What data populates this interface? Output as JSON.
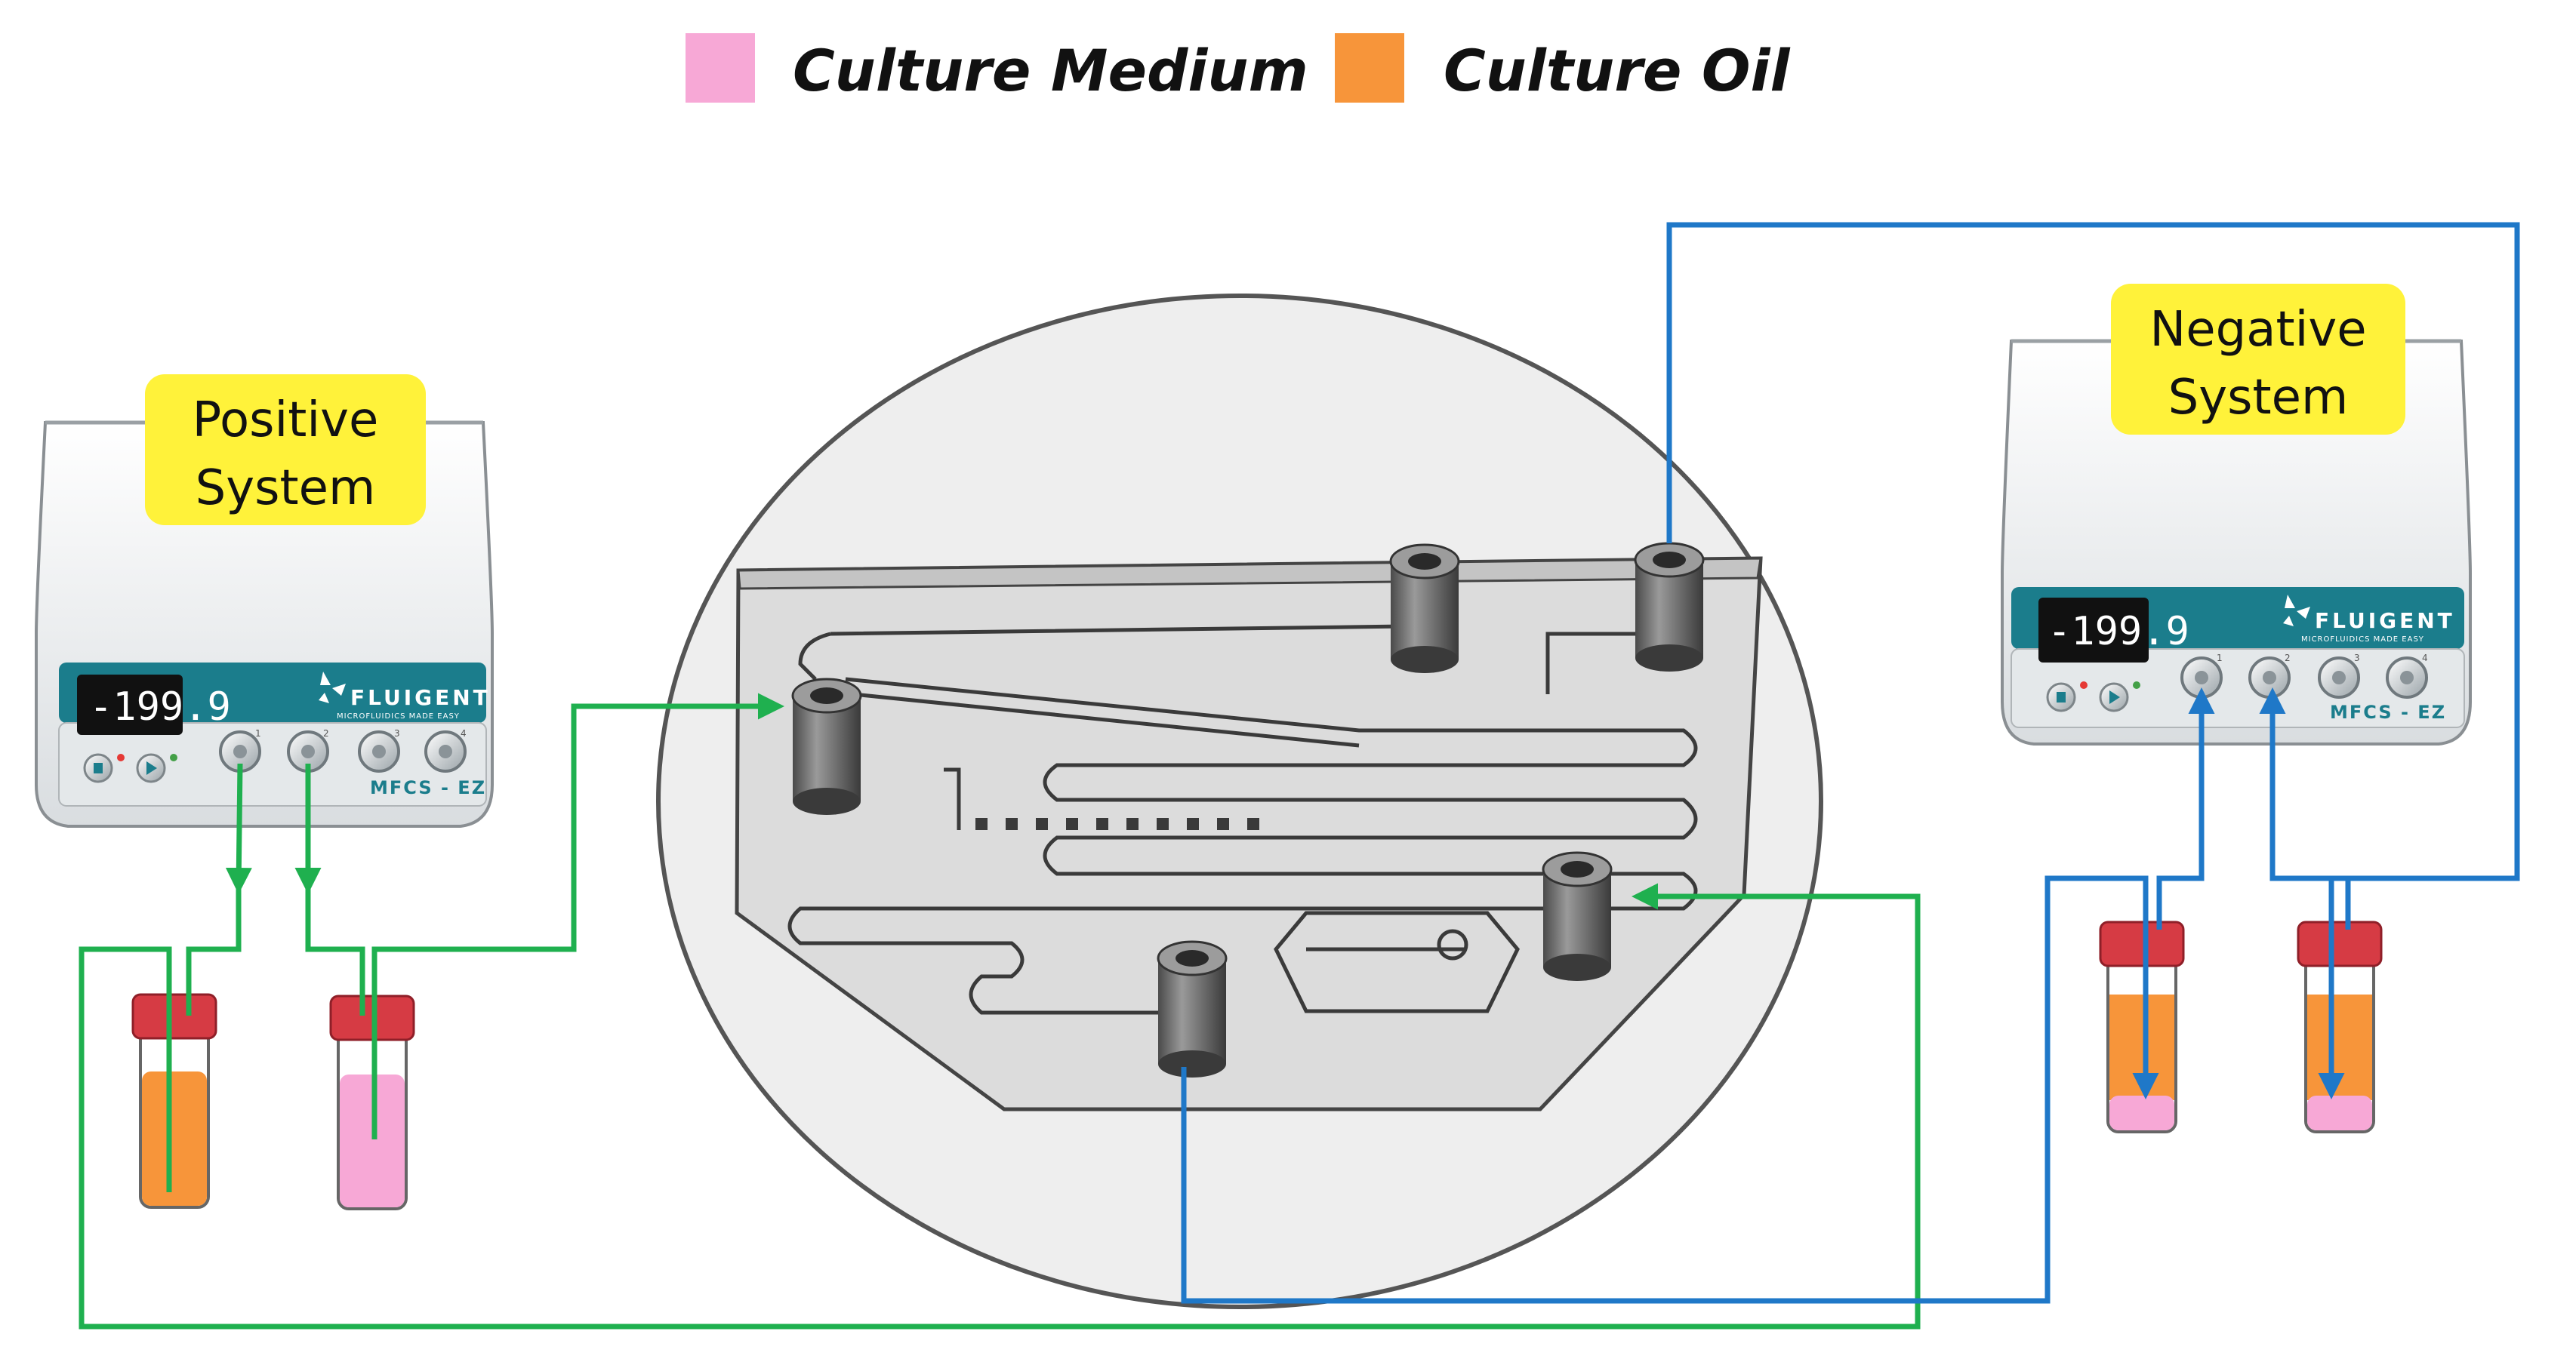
{
  "legend": {
    "items": [
      {
        "label": "Culture Medium",
        "color": "#f7a8d6"
      },
      {
        "label": "Culture Oil",
        "color": "#f7953a"
      }
    ]
  },
  "positive_system": {
    "label_line1": "Positive",
    "label_line2": "System",
    "lcd": "-199.9",
    "brand": "FLUIGENT",
    "tagline": "MICROFLUIDICS MADE EASY",
    "model": "MFCS - EZ",
    "port_numbers": [
      "1",
      "2",
      "3",
      "4"
    ]
  },
  "negative_system": {
    "label_line1": "Negative",
    "label_line2": "System",
    "lcd": "-199.9",
    "brand": "FLUIGENT",
    "tagline": "MICROFLUIDICS MADE EASY",
    "model": "MFCS - EZ",
    "port_numbers": [
      "1",
      "2",
      "3",
      "4"
    ]
  },
  "colors": {
    "positive_tubing": "#1fb04f",
    "negative_tubing": "#1f78c8",
    "label_box": "#fff23a",
    "device_panel": "#1b7d8c",
    "vial_cap": "#d63b44"
  }
}
